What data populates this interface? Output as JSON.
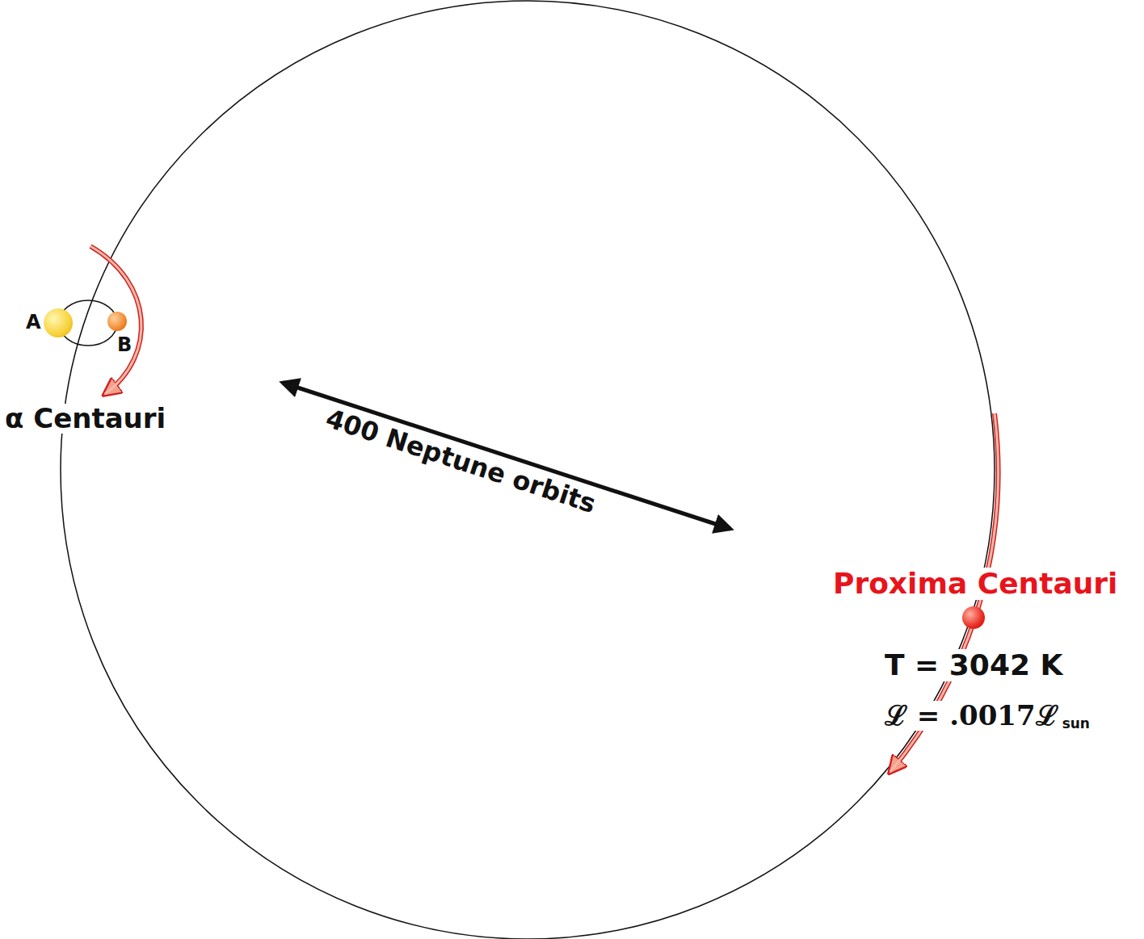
{
  "diagram": {
    "nodes": [
      {
        "text": [
          "A"
        ]
      },
      {
        "text": [
          "B"
        ]
      },
      {
        "text": [
          "Proxima Centauri"
        ]
      }
    ],
    "labels": [
      "α Centauri",
      "400 Neptune orbits",
      "T = 3042 K",
      "ℒ = .0017ℒ",
      "sun"
    ]
  }
}
